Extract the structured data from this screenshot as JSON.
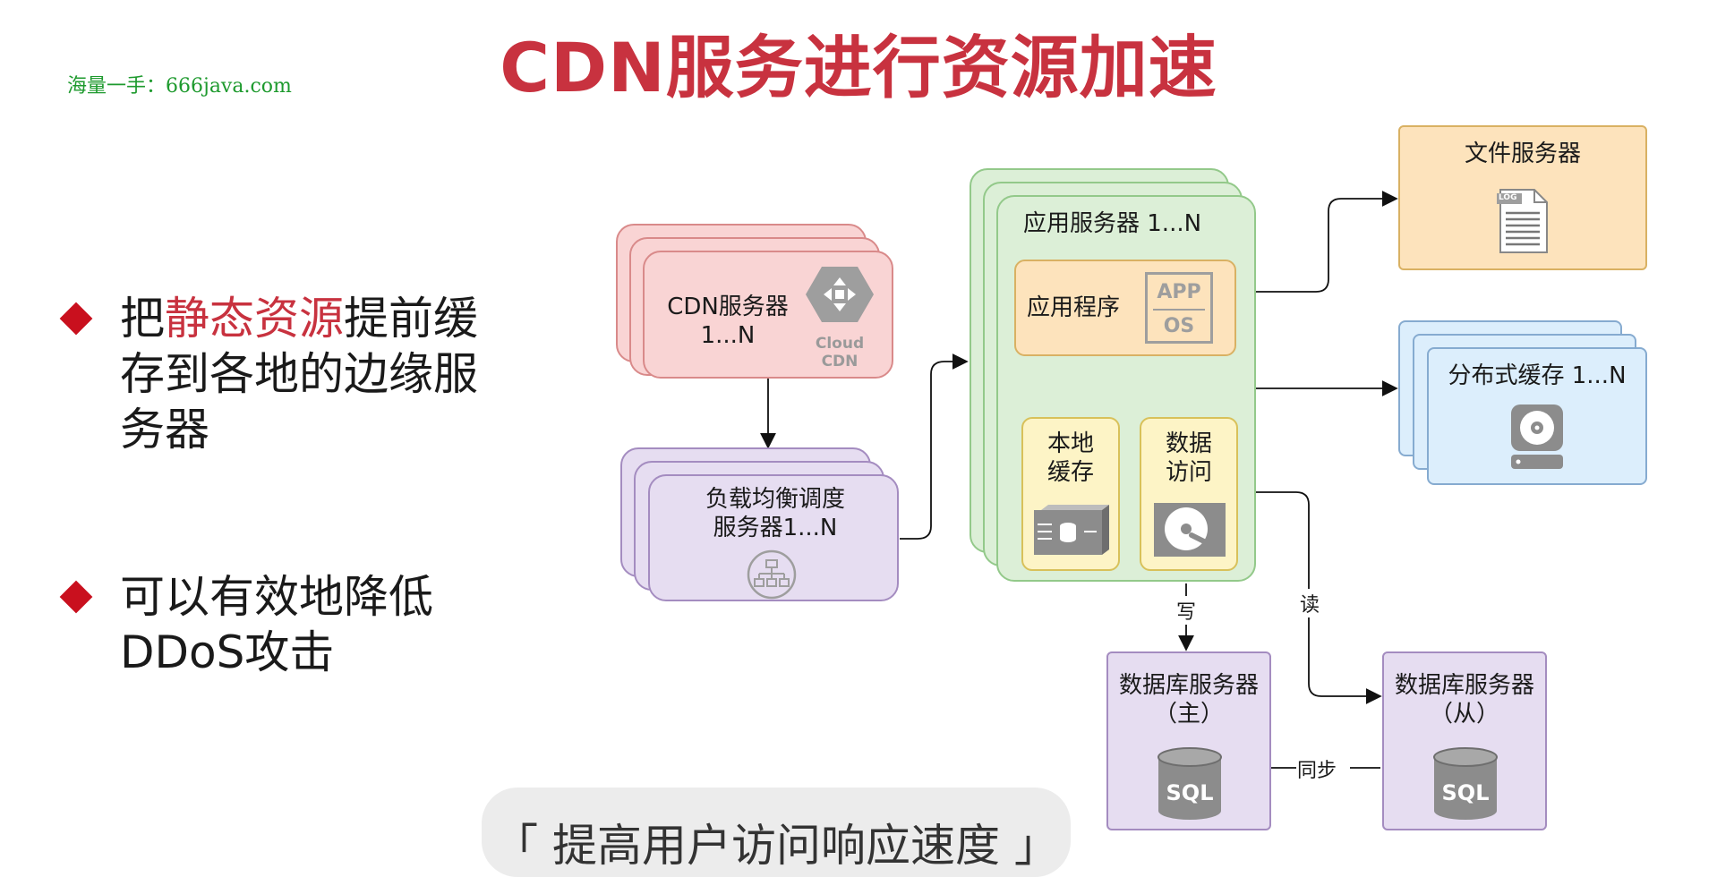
{
  "title": "CDN服务进行资源加速",
  "watermark": "海量一手：666java.com",
  "bullets": [
    {
      "lines": [
        "把",
        "静态资源",
        "提前缓",
        "存到各地的边缘服",
        "务器"
      ]
    },
    {
      "lines": [
        "可以有效地降低",
        "DDoS攻击"
      ]
    }
  ],
  "diagram": {
    "cdn": {
      "label_line1": "CDN服务器",
      "label_line2": "1...N",
      "icon_label_1": "Cloud",
      "icon_label_2": "CDN"
    },
    "lb": {
      "label_line1": "负载均衡调度",
      "label_line2": "服务器1...N"
    },
    "app": {
      "label": "应用服务器 1...N",
      "program": "应用程序",
      "app_tag": "APP",
      "os_tag": "OS",
      "local_cache_1": "本地",
      "local_cache_2": "缓存",
      "data_access_1": "数据",
      "data_access_2": "访问"
    },
    "file_server": {
      "label": "文件服务器",
      "log_tag": "LOG"
    },
    "dist_cache": {
      "label": "分布式缓存 1...N"
    },
    "db_master": {
      "label_line1": "数据库服务器",
      "label_line2": "（主）",
      "sql": "SQL"
    },
    "db_slave": {
      "label_line1": "数据库服务器",
      "label_line2": "（从）",
      "sql": "SQL"
    },
    "edge_write": "写",
    "edge_read": "读",
    "edge_sync": "同步"
  },
  "caption": "「 提高用户访问响应速度 」",
  "colors": {
    "title": "#c8323f",
    "watermark": "#1e9a2e",
    "bullet_diamond": "#c9101e",
    "highlight": "#c8323f"
  }
}
